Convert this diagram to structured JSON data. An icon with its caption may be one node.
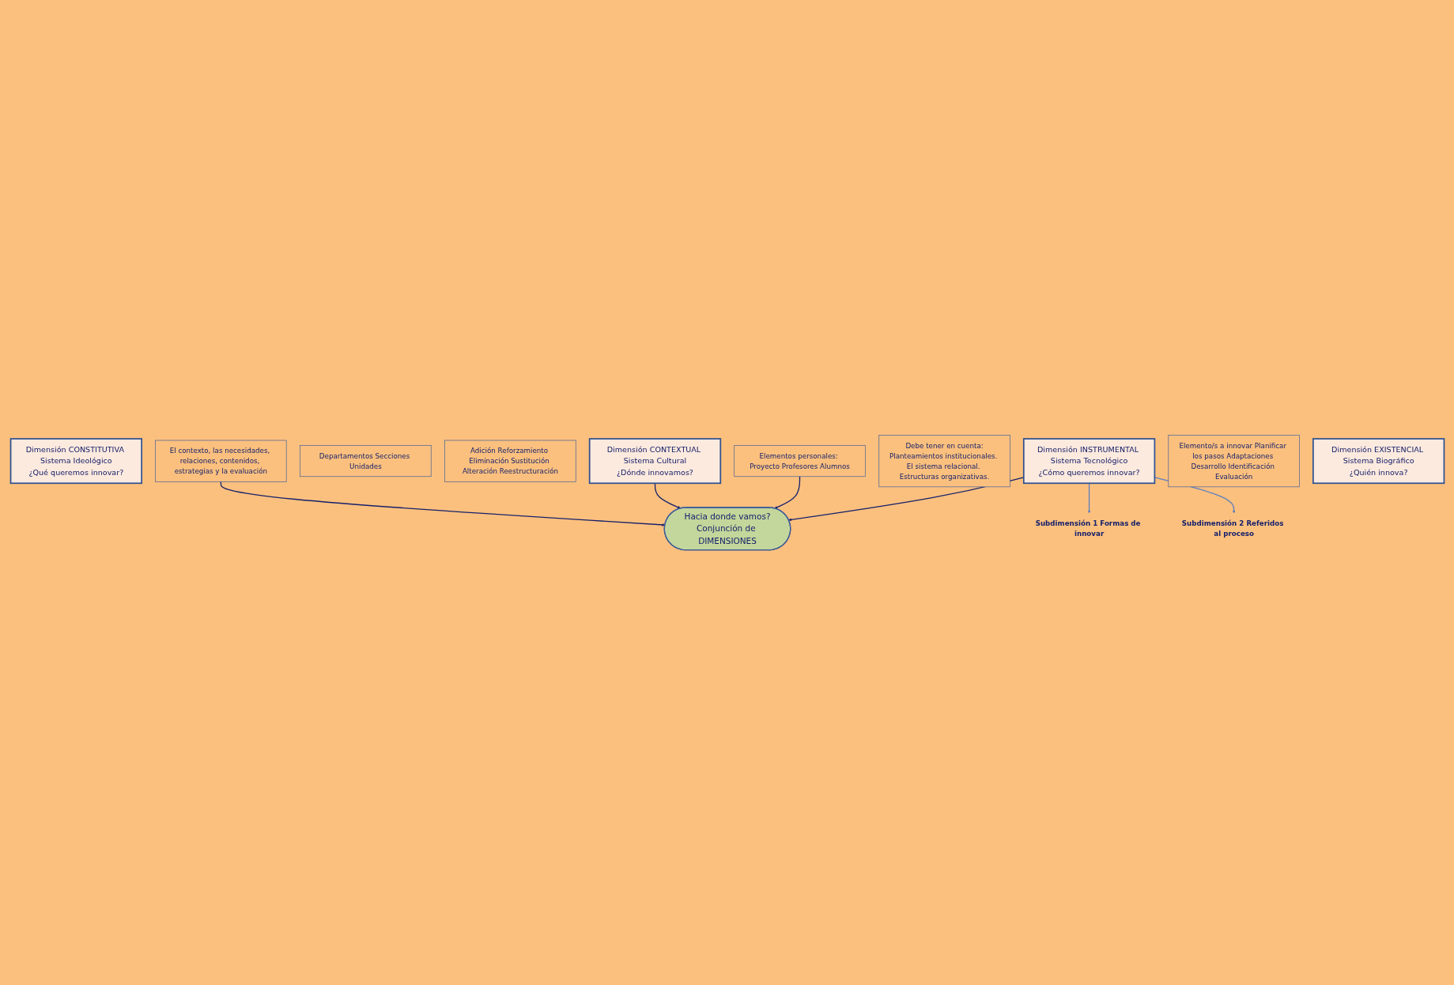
{
  "diagram": {
    "nodes": [
      {
        "text": [
          "Dimensión CONSTITUTIVA Sistema Ideológico",
          "¿Qué queremos innovar?"
        ]
      },
      {
        "text": [
          "El contexto, las necesidades, relaciones, contenidos, estrategias y la evaluación"
        ]
      },
      {
        "text": [
          "Departamentos Secciones Unidades"
        ]
      },
      {
        "text": [
          "Adición Reforzamiento Eliminación Sustitución Alteración Reestructuración"
        ]
      },
      {
        "text": [
          "Subdimensión 1 Formas de innovar"
        ]
      },
      {
        "text": [
          "Dimensión CONTEXTUAL Sistema Cultural",
          "¿Dónde innovamos?"
        ]
      },
      {
        "text": [
          "Hacia donde vamos?",
          "Conjunción de DIMENSIONES"
        ]
      },
      {
        "text": [
          "Dimensión INSTRUMENTAL Sistema Tecnológico",
          "¿Cómo queremos innovar?"
        ]
      },
      {
        "text": [
          "Debe tener en cuenta:",
          "Planteamientos institucionales. El sistema relacional. Estructuras organizativas."
        ]
      },
      {
        "text": [
          "Subdimensión 2 Referidos al proceso"
        ]
      },
      {
        "text": [
          "Elementos personales: Proyecto Profesores Alumnos"
        ]
      },
      {
        "text": [
          "Elemento/s a innovar Planificar los pasos Adaptaciones Desarrollo Identificación Evaluación"
        ]
      },
      {
        "text": [
          "Dimensión EXISTENCIAL Sistema Biográfico",
          "¿Quién innova?"
        ]
      }
    ],
    "edges": [
      {
        "from": 1,
        "to": 6,
        "arrow": "to"
      },
      {
        "from": 5,
        "to": 6,
        "arrow": "to"
      },
      {
        "from": 7,
        "to": 6,
        "arrow": "to"
      },
      {
        "from": 10,
        "to": 6,
        "arrow": "to"
      },
      {
        "from": 7,
        "to": 4,
        "arrow": "to",
        "color": "#5b7fc0"
      },
      {
        "from": 7,
        "to": 9,
        "arrow": "to",
        "color": "#5b7fc0"
      }
    ]
  }
}
